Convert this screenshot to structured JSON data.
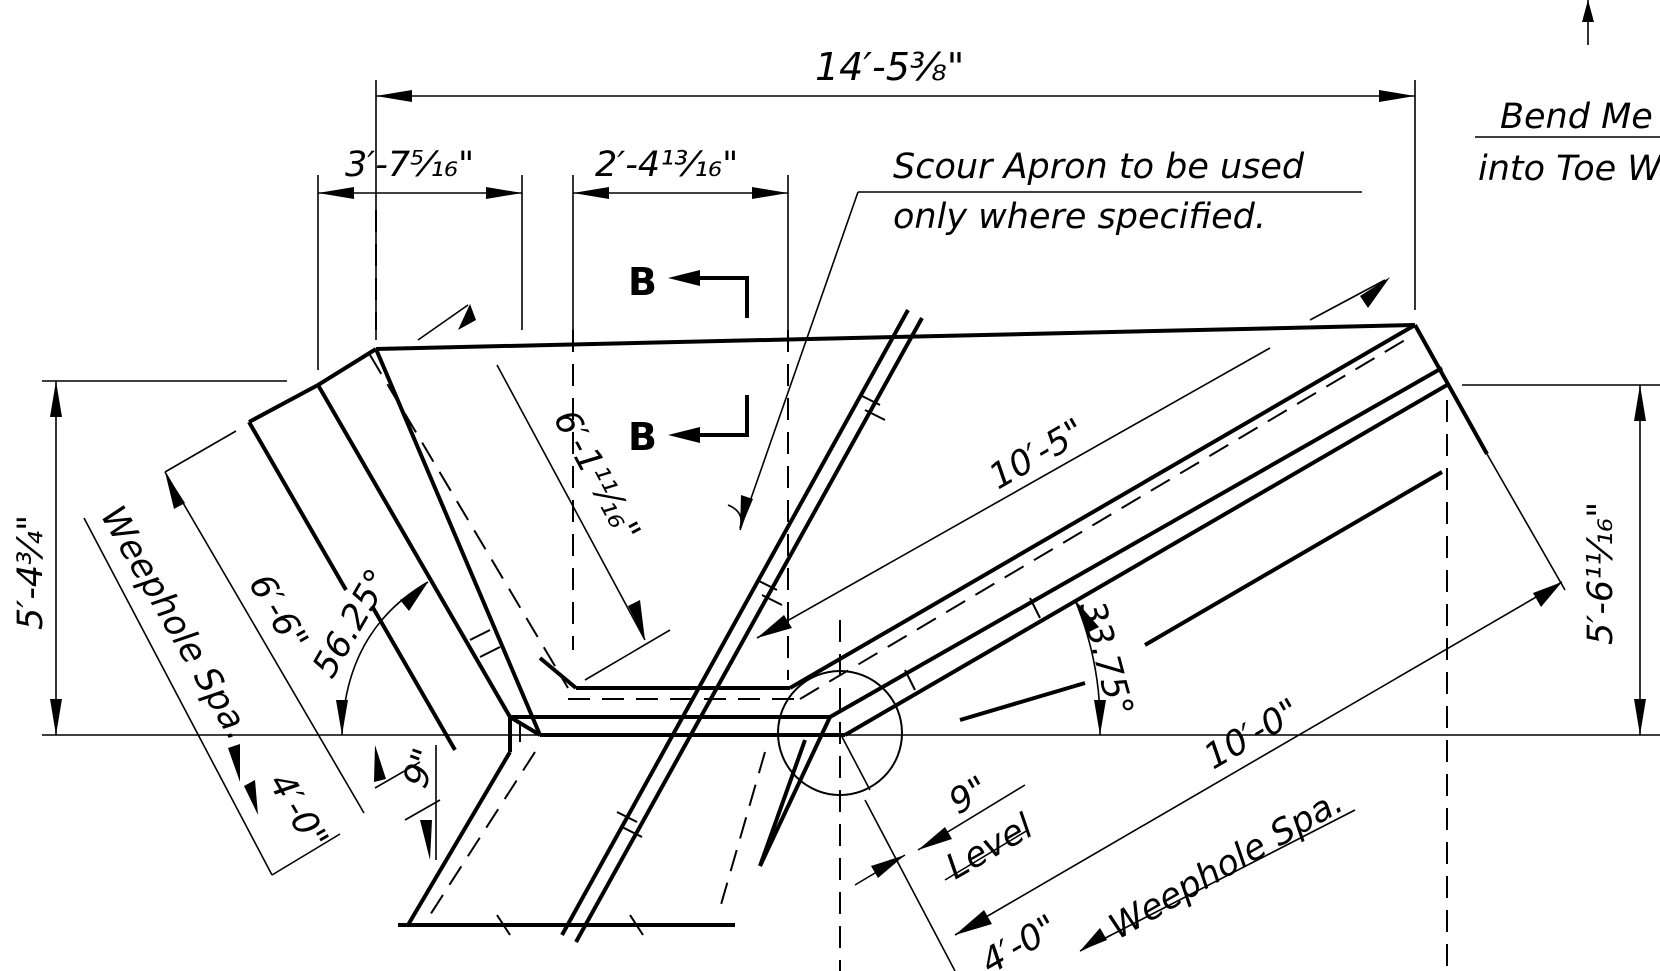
{
  "labels": {
    "overall_width": "14′-5⅜\"",
    "left_offset": "3′-7⁵⁄₁₆\"",
    "mid_offset": "2′-4¹³⁄₁₆\"",
    "note_line1": "Scour Apron to be used",
    "note_line2": "only where specified.",
    "bend_line1": "Bend Me",
    "bend_line2": "into Toe W",
    "section_top": "B",
    "section_bottom": "B",
    "left_height": "5′-4¾\"",
    "right_height": "5′-6¹¹⁄₁₆\"",
    "diag_left": "6′-1¹¹⁄₁₆\"",
    "wing_length_upper": "10′-5\"",
    "wing_length_lower": "10′-0\"",
    "left_wing_length": "6′-6\"",
    "left_angle": "56.25°",
    "right_angle": "33.75°",
    "weephole_left": "Weephole Spa.",
    "weephole_right": "Weephole Spa.",
    "spacing_left": "4′-0\"",
    "spacing_right": "4′-0\"",
    "thick_left": "9\"",
    "thick_right": "9\"",
    "level": "Level"
  },
  "colors": {
    "line": "#000000",
    "background": "#ffffff"
  }
}
